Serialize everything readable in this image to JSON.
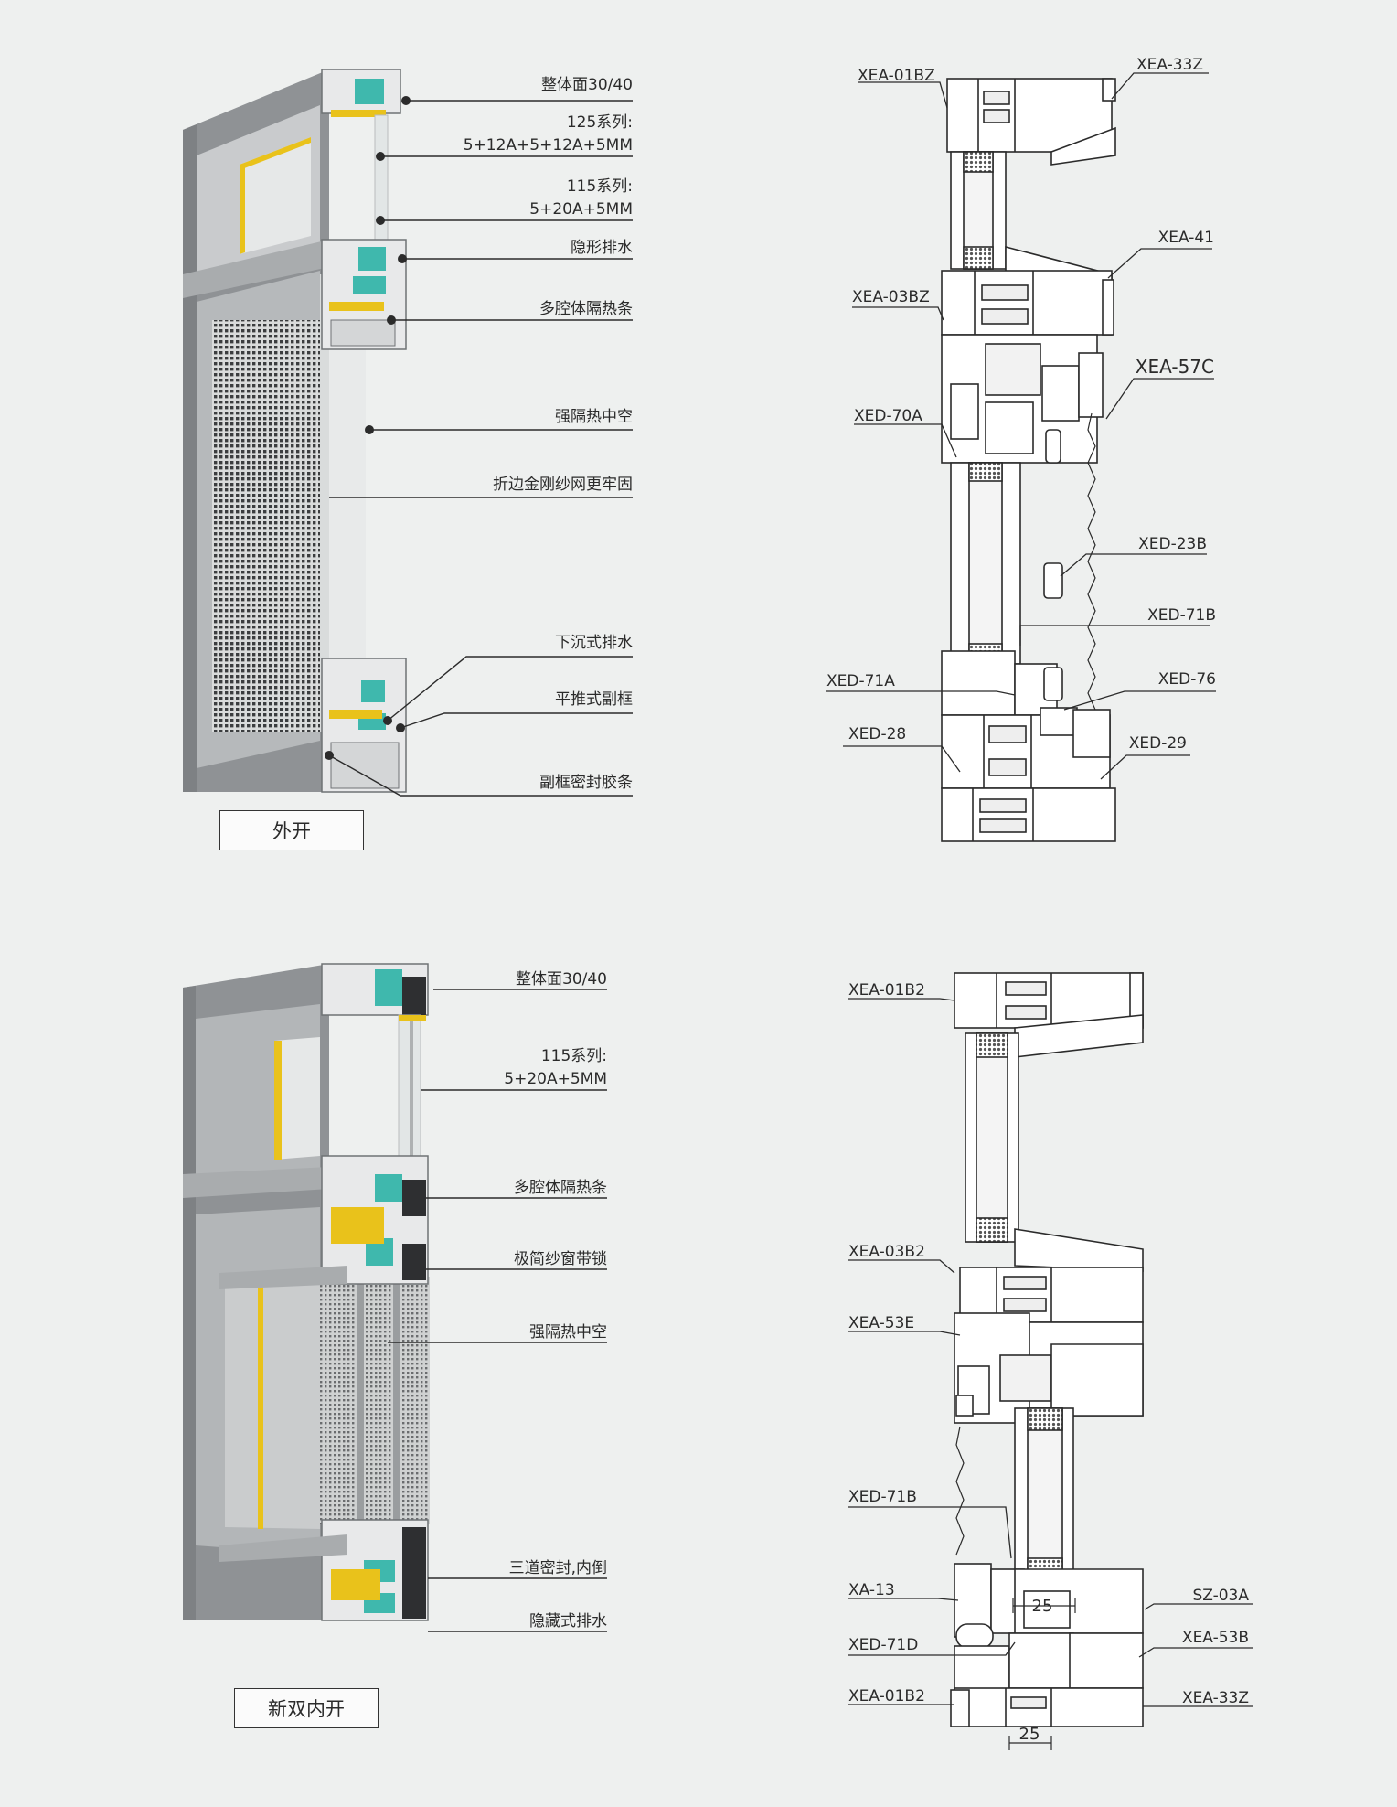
{
  "top": {
    "caption": "外开",
    "render_labels": [
      "整体面30/40",
      "125系列:",
      "5+12A+5+12A+5MM",
      "115系列:",
      "5+20A+5MM",
      "隐形排水",
      "多腔体隔热条",
      "强隔热中空",
      "折边金刚纱网更牢固",
      "下沉式排水",
      "平推式副框",
      "副框密封胶条"
    ],
    "part_codes": [
      "XEA-01BZ",
      "XEA-33Z",
      "XEA-41",
      "XEA-03BZ",
      "XEA-57C",
      "XED-70A",
      "XED-23B",
      "XED-71B",
      "XED-71A",
      "XED-76",
      "XED-28",
      "XED-29"
    ]
  },
  "bottom": {
    "caption": "新双内开",
    "render_labels": [
      "整体面30/40",
      "115系列:",
      "5+20A+5MM",
      "多腔体隔热条",
      "极简纱窗带锁",
      "强隔热中空",
      "三道密封,内倒",
      "隐藏式排水"
    ],
    "part_codes": [
      "XEA-01B2",
      "XEA-03B2",
      "XEA-53E",
      "XED-71B",
      "XA-13",
      "XED-71D",
      "XEA-01B2",
      "SZ-03A",
      "XEA-53B",
      "XEA-33Z"
    ],
    "dimensions": [
      "25",
      "25"
    ]
  },
  "colors": {
    "frame": "#8f9295",
    "frame_light": "#c9cbcd",
    "thermal_break": "#3fb8ad",
    "gasket": "#e9c21b",
    "glass": "#e2e6e6",
    "line": "#2b2b2b"
  }
}
